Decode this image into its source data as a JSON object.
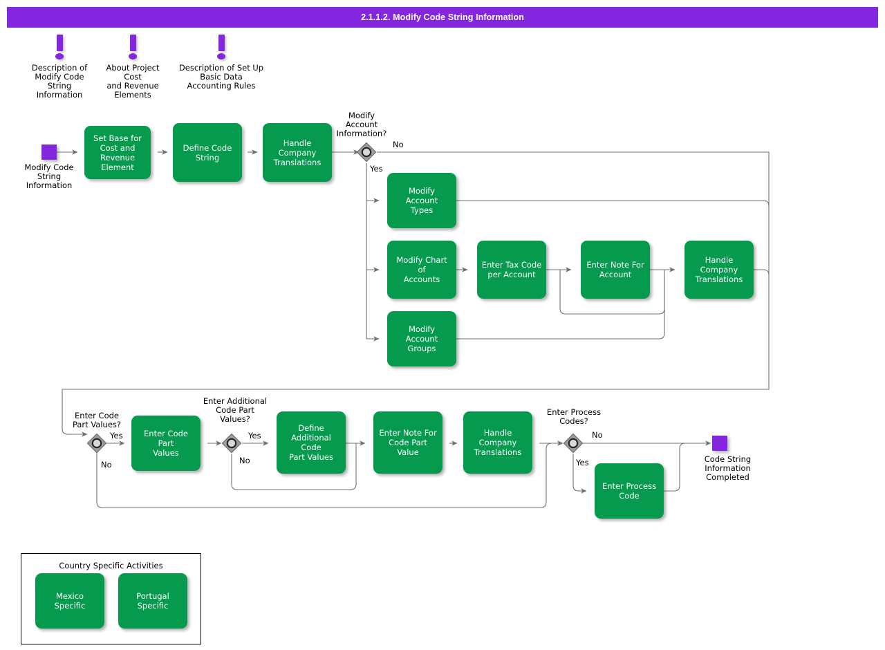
{
  "header": {
    "title": "2.1.1.2. Modify Code String Information",
    "bar_color": "#8226e0",
    "text_color": "#ffffff"
  },
  "theme": {
    "task_fill": "#069A4E",
    "task_text": "#ffffff",
    "event_fill": "#8226e0",
    "gateway_fill": "#9e9e9e",
    "connector": "#6f6f6f",
    "background": "#ffffff"
  },
  "documentation_links": [
    {
      "id": "doc-modify-code-string",
      "icon": "exclamation-icon",
      "label": "Description of\nModify Code\nString Information"
    },
    {
      "id": "doc-project-cost",
      "icon": "exclamation-icon",
      "label": "About Project Cost\nand Revenue\nElements"
    },
    {
      "id": "doc-basic-data",
      "icon": "exclamation-icon",
      "label": "Description of Set Up\nBasic Data\nAccounting Rules"
    }
  ],
  "events": [
    {
      "id": "start-event",
      "type": "start",
      "label": "Modify Code\nString\nInformation"
    },
    {
      "id": "end-event",
      "type": "end",
      "label": "Code String\nInformation\nCompleted"
    }
  ],
  "tasks": [
    {
      "id": "set-base-for-cost-and-revenue-element",
      "label": "Set Base for\nCost and\nRevenue\nElement"
    },
    {
      "id": "define-code-string",
      "label": "Define Code\nString"
    },
    {
      "id": "handle-company-translations-1",
      "label": "Handle\nCompany\nTranslations"
    },
    {
      "id": "modify-account-types",
      "label": "Modify Account\nTypes"
    },
    {
      "id": "modify-chart-of-accounts",
      "label": "Modify Chart of\nAccounts"
    },
    {
      "id": "enter-tax-code-per-account",
      "label": "Enter Tax Code\nper Account"
    },
    {
      "id": "enter-note-for-account",
      "label": "Enter Note For\nAccount"
    },
    {
      "id": "handle-company-translations-2",
      "label": "Handle\nCompany\nTranslations"
    },
    {
      "id": "modify-account-groups",
      "label": "Modify Account\nGroups"
    },
    {
      "id": "enter-code-part-values",
      "label": "Enter Code Part\nValues"
    },
    {
      "id": "define-additional-code-part-values",
      "label": "Define\nAdditional Code\nPart Values"
    },
    {
      "id": "enter-note-for-code-part-value",
      "label": "Enter Note For\nCode Part Value"
    },
    {
      "id": "handle-company-translations-3",
      "label": "Handle\nCompany\nTranslations"
    },
    {
      "id": "enter-process-code",
      "label": "Enter Process\nCode"
    }
  ],
  "gateways": [
    {
      "id": "gw-modify-account-information",
      "question": "Modify\nAccount\nInformation?",
      "yes": "Yes",
      "no": "No"
    },
    {
      "id": "gw-enter-code-part-values",
      "question": "Enter Code\nPart Values?",
      "yes": "Yes",
      "no": "No"
    },
    {
      "id": "gw-enter-additional-code-part-values",
      "question": "Enter Additional\nCode Part\nValues?",
      "yes": "Yes",
      "no": "No"
    },
    {
      "id": "gw-enter-process-codes",
      "question": "Enter Process\nCodes?",
      "yes": "Yes",
      "no": "No"
    }
  ],
  "group": {
    "title": "Country Specific Activities",
    "items": [
      {
        "id": "mexico-specific",
        "label": "Mexico Specific"
      },
      {
        "id": "portugal-specific",
        "label": "Portugal Specific"
      }
    ]
  }
}
